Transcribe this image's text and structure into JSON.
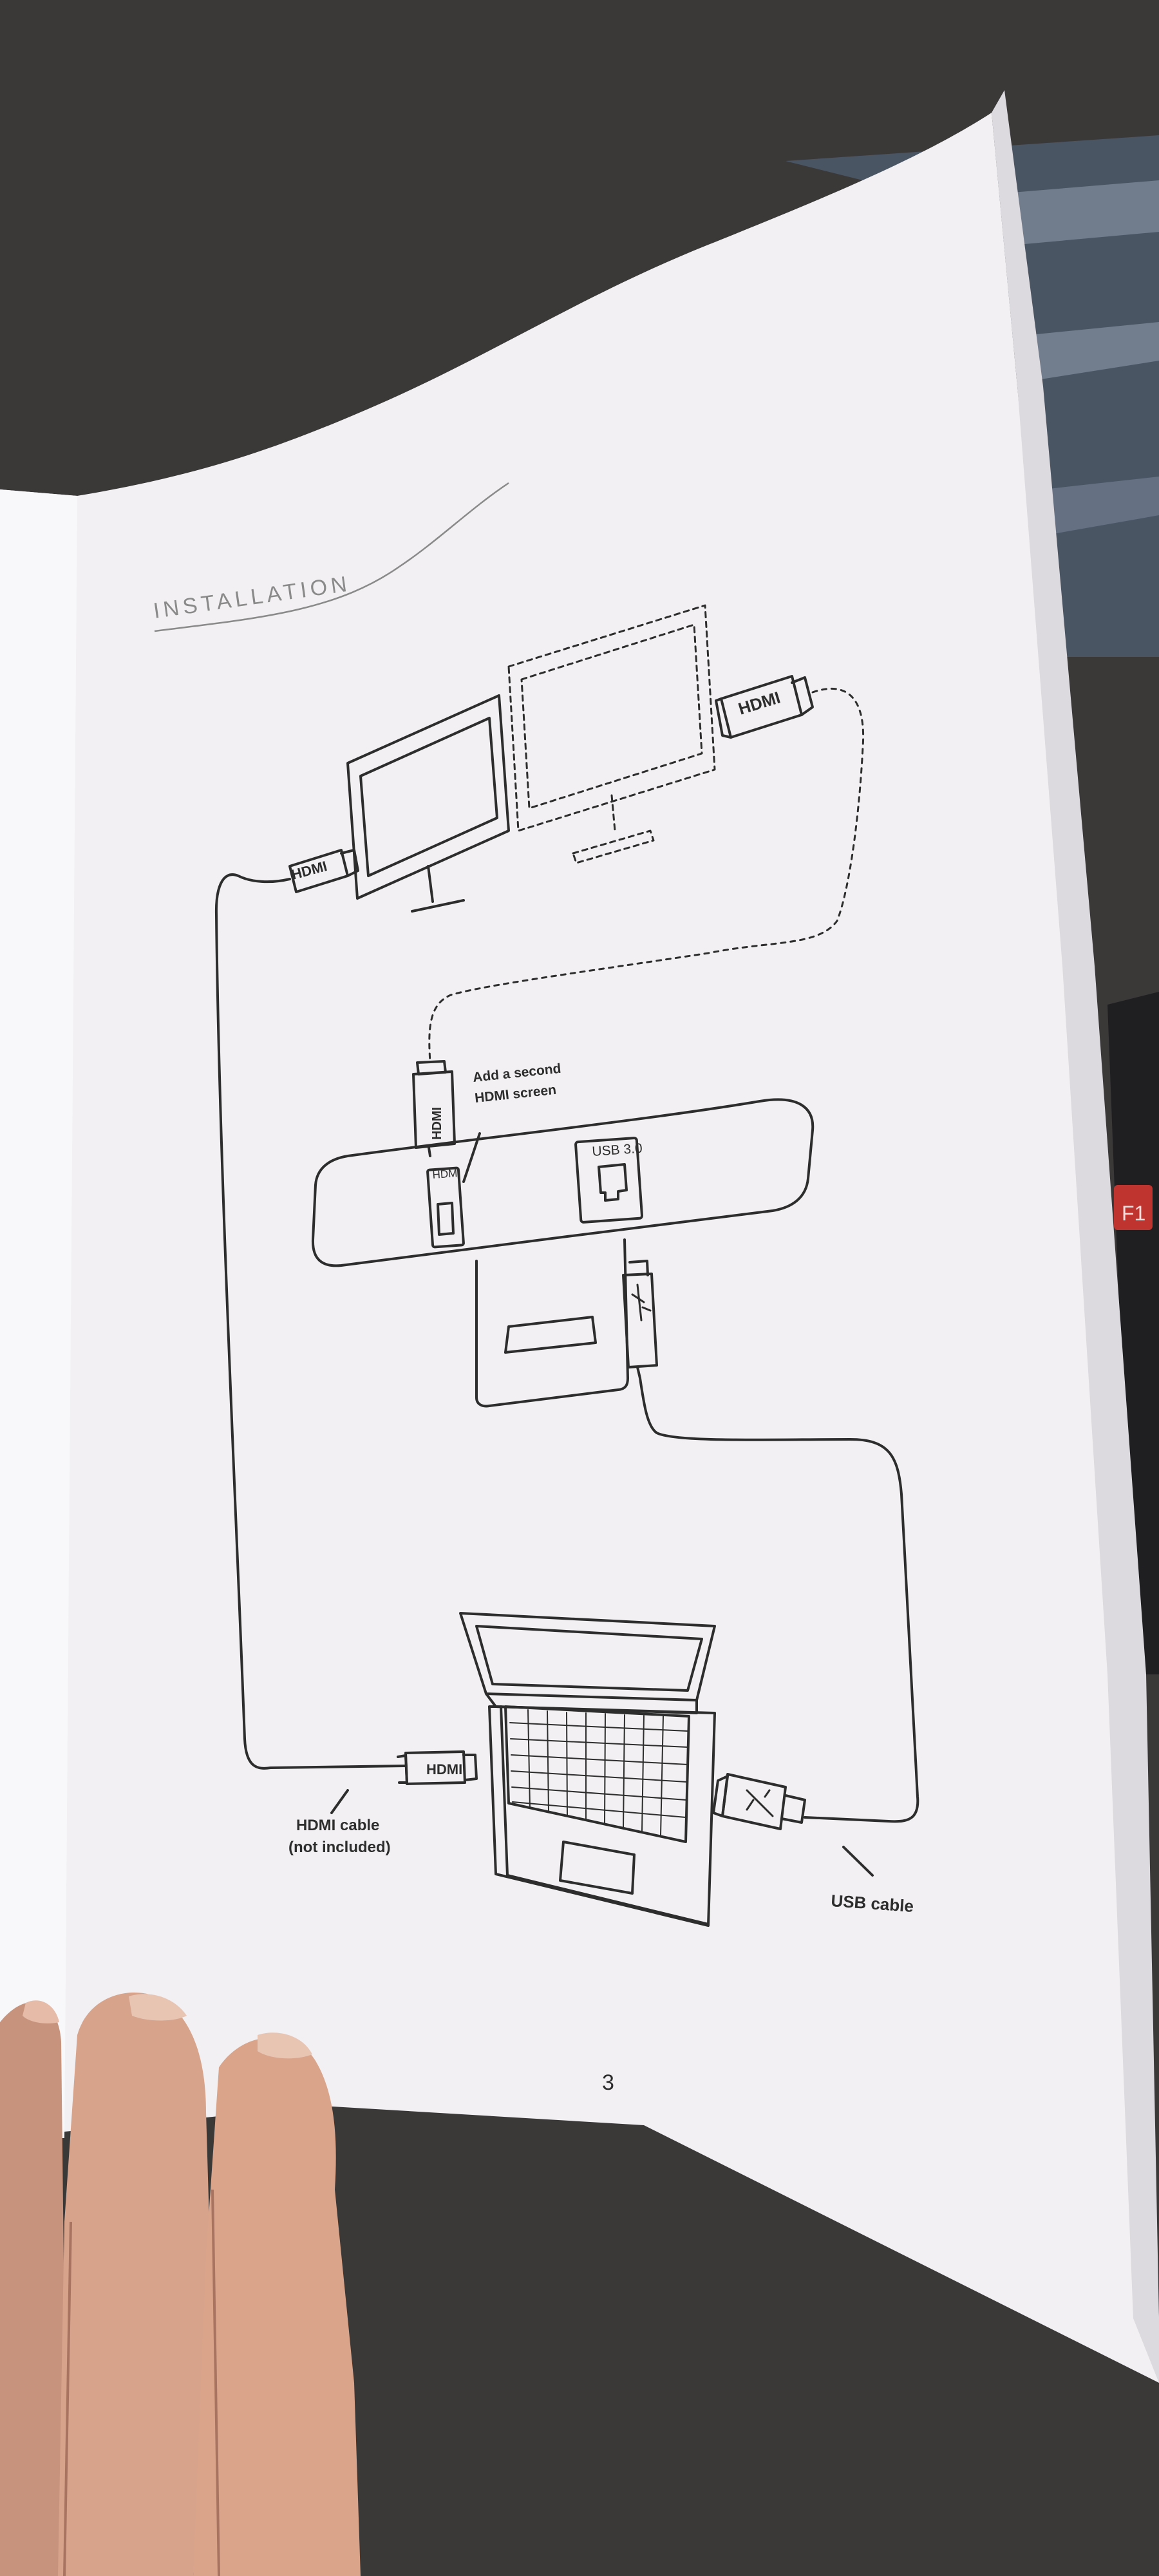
{
  "page": {
    "heading": "INSTALLATION",
    "page_number": "3"
  },
  "diagram": {
    "monitor_hdmi_plug": "HDMI",
    "second_monitor_hdmi_plug": "HDMI",
    "dock_side_hdmi_plug": "HDMI",
    "dock_hdmi_port": "HDMI",
    "dock_usb_port": "USB 3.0",
    "add_second_screen_line1": "Add a second",
    "add_second_screen_line2": "HDMI screen",
    "laptop_hdmi_plug": "HDMI",
    "hdmi_cable_line1": "HDMI cable",
    "hdmi_cable_line2": "(not included)",
    "usb_cable": "USB cable"
  },
  "colors": {
    "background": "#3b3838",
    "paper": "#f2f0f2",
    "ink": "#2d2d2d",
    "heading": "#8a8a8a",
    "skin": "#d9a48a",
    "key_red": "#c0342f"
  },
  "icons": [
    "usb-icon",
    "hdmi-port-icon",
    "usb-port-icon",
    "monitor-icon",
    "laptop-icon",
    "dock-icon",
    "hand"
  ]
}
